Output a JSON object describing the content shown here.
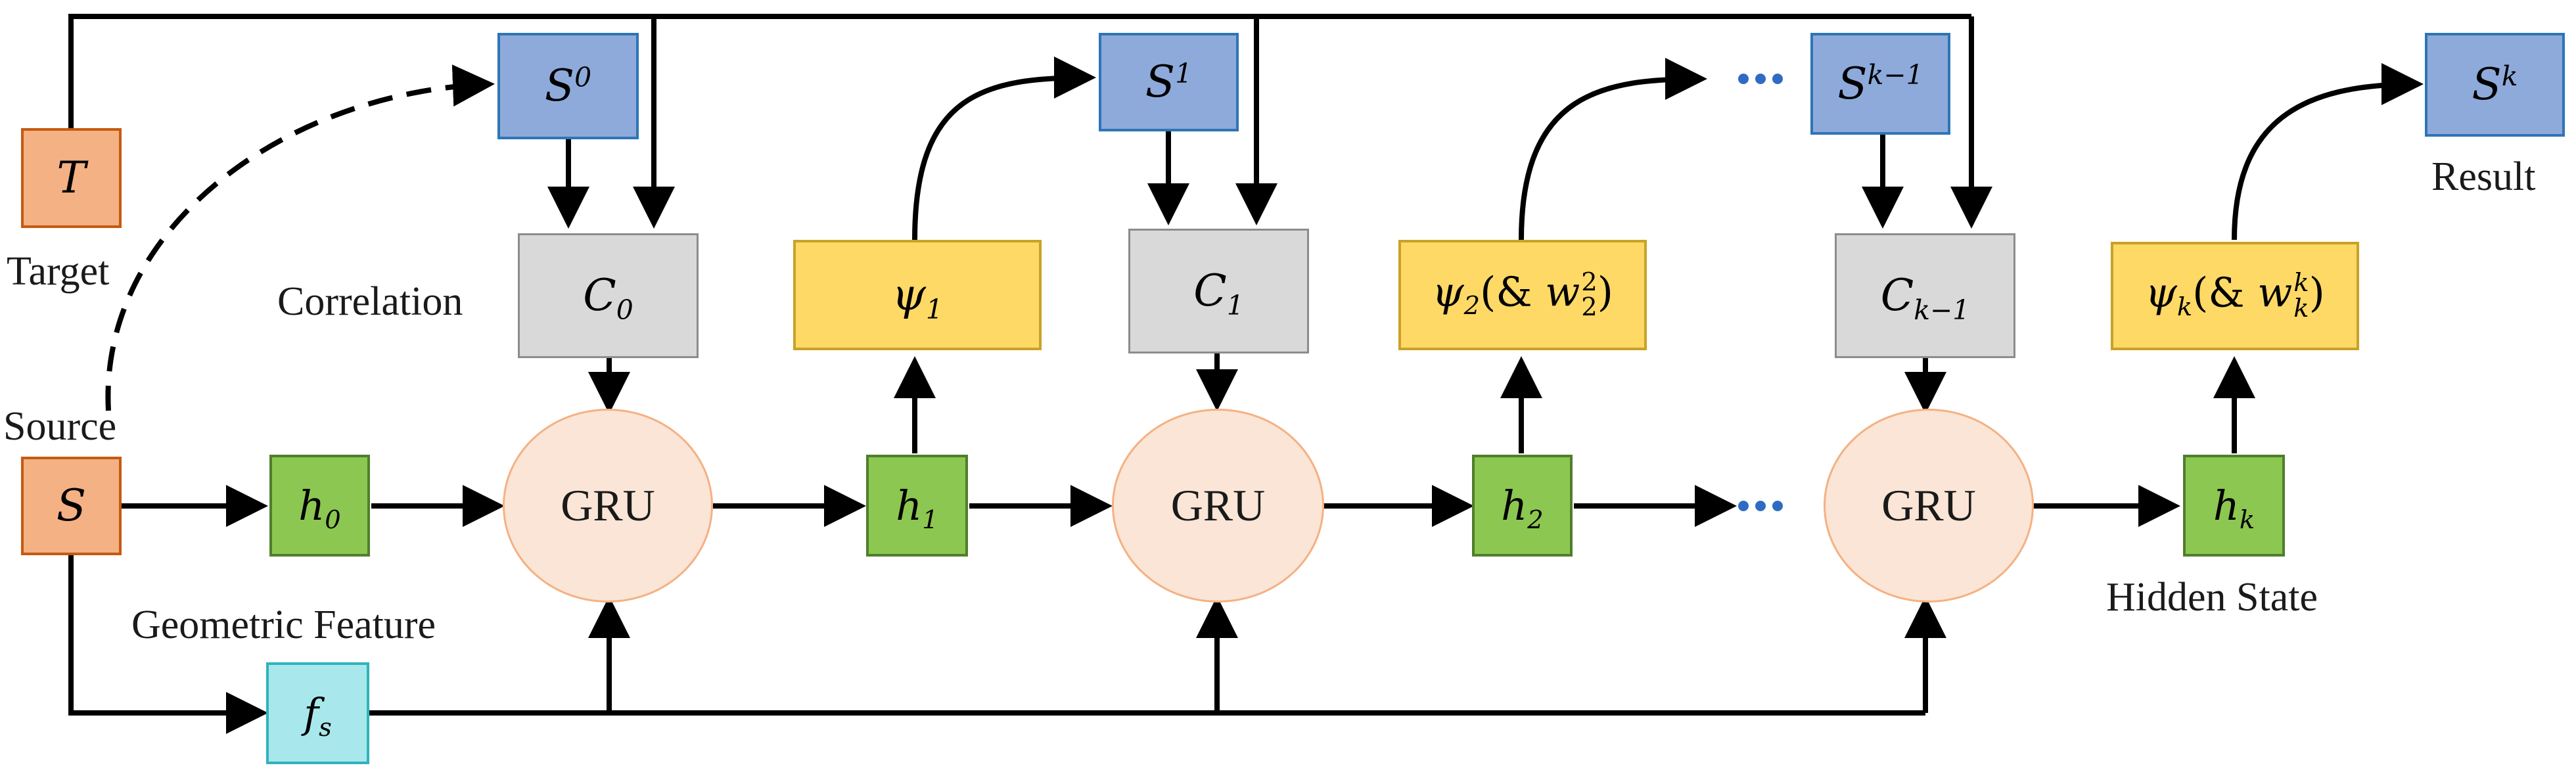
{
  "labels": {
    "target": "Target",
    "source": "Source",
    "correlation": "Correlation",
    "geometric_feature": "Geometric Feature",
    "hidden_state": "Hidden State",
    "result": "Result"
  },
  "gru_label": "GRU",
  "symbols": {
    "target": "T",
    "source": "S",
    "feature": {
      "base": "f",
      "sub": "s"
    },
    "states": [
      {
        "base": "S",
        "sup": "0"
      },
      {
        "base": "S",
        "sup": "1"
      },
      {
        "base": "S",
        "sup": "k−1"
      },
      {
        "base": "S",
        "sup": "k"
      }
    ],
    "correlations": [
      {
        "base": "C",
        "sub": "0"
      },
      {
        "base": "C",
        "sub": "1"
      },
      {
        "base": "C",
        "sub": "k−1"
      }
    ],
    "hidden": [
      {
        "base": "h",
        "sub": "0"
      },
      {
        "base": "h",
        "sub": "1"
      },
      {
        "base": "h",
        "sub": "2"
      },
      {
        "base": "h",
        "sub": "k"
      }
    ],
    "psi": [
      {
        "base": "ψ",
        "sub": "1"
      },
      {
        "base": "ψ",
        "sub": "2",
        "open": "(& ",
        "w": "w",
        "w_sup": "2",
        "w_sub": "2",
        "close": ")"
      },
      {
        "base": "ψ",
        "sub": "k",
        "open": "(& ",
        "w": "w",
        "w_sup": "k",
        "w_sub": "k",
        "close": ")"
      }
    ]
  },
  "colors": {
    "state_fill": "#8eaadb",
    "correlation_fill": "#d9d9d9",
    "psi_fill": "#ffd966",
    "hidden_fill": "#8cc751",
    "target_source_fill": "#f4b183",
    "feature_fill": "#a8e8ec",
    "gru_fill": "#fbe5d6",
    "dots": "#2f6bc2",
    "arrows": "#000000"
  }
}
